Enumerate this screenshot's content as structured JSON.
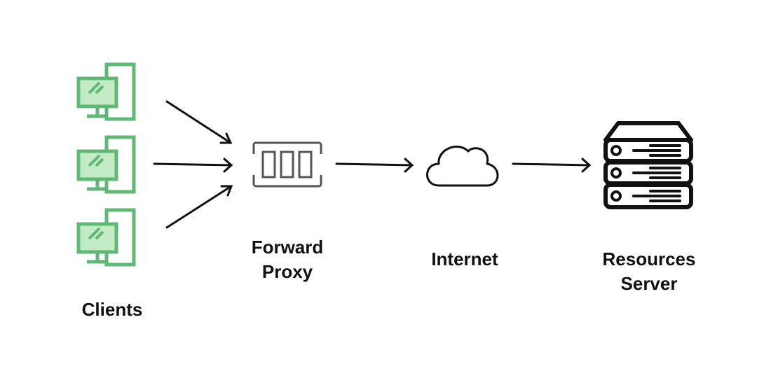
{
  "labels": {
    "clients": "Clients",
    "proxy_line1": "Forward",
    "proxy_line2": "Proxy",
    "internet": "Internet",
    "server_line1": "Resources",
    "server_line2": "Server"
  },
  "icons": {
    "client": "desktop-computer-icon",
    "proxy": "proxy-appliance-icon",
    "internet": "cloud-icon",
    "server": "server-stack-icon"
  },
  "colors": {
    "client_green": "#5fb874",
    "client_green_fill": "#c3ebc6",
    "stroke": "#111111",
    "proxy_gray": "#555555"
  }
}
